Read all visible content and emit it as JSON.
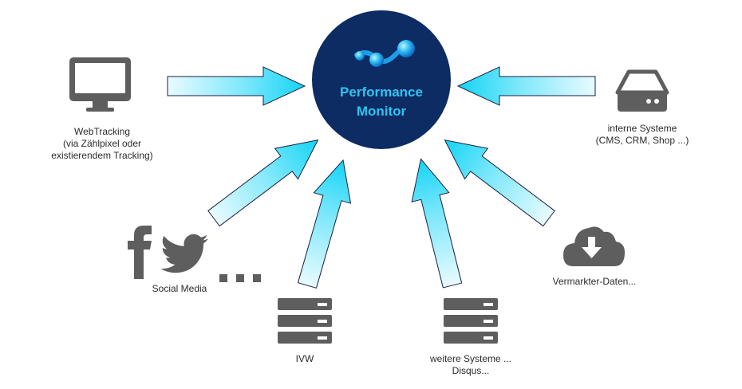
{
  "center": {
    "title_line1": "Performance",
    "title_line2": "Monitor"
  },
  "colors": {
    "hub_fill": "#0c2c63",
    "hub_text": "#2ec4f2",
    "icon_gray": "#5e5e5e",
    "arrow_light": "#e8fbff",
    "arrow_dark": "#14d4f5",
    "arrow_stroke": "#1b1f40"
  },
  "sources": {
    "webtracking": {
      "icon": "monitor-icon",
      "line1": "WebTracking",
      "line2": "(via Zählpixel oder",
      "line3": "existierendem Tracking)"
    },
    "internal": {
      "icon": "hard-drive-icon",
      "line1": "interne Systeme",
      "line2": "(CMS, CRM, Shop ...)"
    },
    "social": {
      "icons": [
        "facebook-icon",
        "twitter-icon",
        "ellipsis-icon"
      ],
      "line1": "Social Media"
    },
    "ivw": {
      "icon": "server-icon",
      "line1": "IVW"
    },
    "further": {
      "icon": "server-icon",
      "line1": "weitere Systeme ...",
      "line2": "Disqus..."
    },
    "marketer": {
      "icon": "cloud-download-icon",
      "line1": "Vermarkter-Daten..."
    }
  }
}
